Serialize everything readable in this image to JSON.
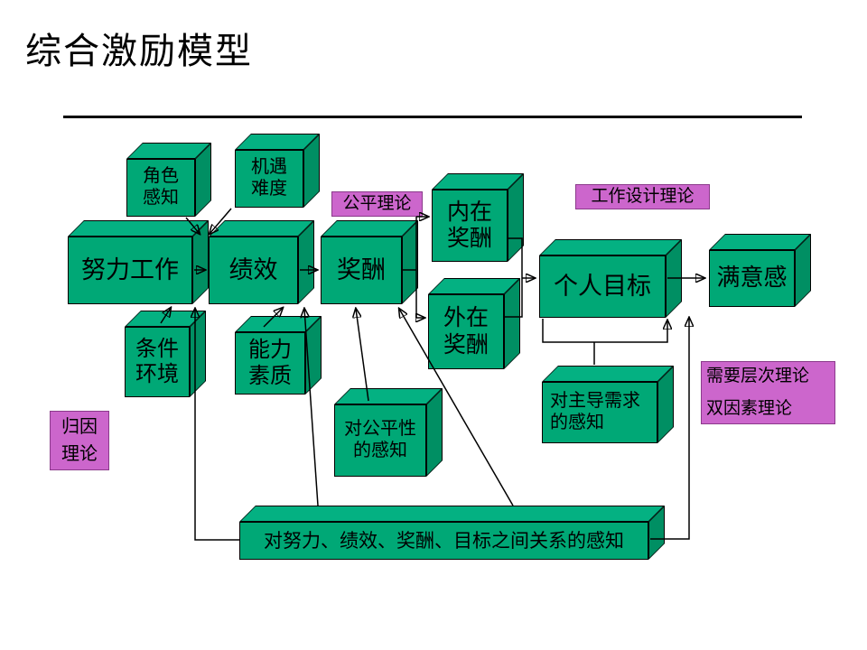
{
  "slide": {
    "title": "综合激励模型"
  },
  "colors": {
    "box_green": "#00a876",
    "box_green_top": "#04b182",
    "box_green_side": "#008f63",
    "theory_pink": "#cc66cc",
    "line": "#000000"
  },
  "nodes": {
    "role_perception": "角色\n感知",
    "opportunity_difficulty": "机遇\n难度",
    "effort": "努力工作",
    "performance": "绩效",
    "reward": "奖酬",
    "intrinsic_reward": "内在\n奖酬",
    "extrinsic_reward": "外在\n奖酬",
    "personal_goal": "个人目标",
    "satisfaction": "满意感",
    "conditions": "条件\n环境",
    "ability": "能力\n素质",
    "fairness_perception": "对公平性\n的感知",
    "dominant_needs_perception": "对主导需求\n的感知",
    "relations_perception": "对努力、绩效、奖酬、目标之间关系的感知"
  },
  "theories": {
    "equity": "公平理论",
    "job_design": "工作设计理论",
    "attribution": "归因\n理论",
    "needs_hierarchy": "需要层次理论\n双因素理论"
  }
}
